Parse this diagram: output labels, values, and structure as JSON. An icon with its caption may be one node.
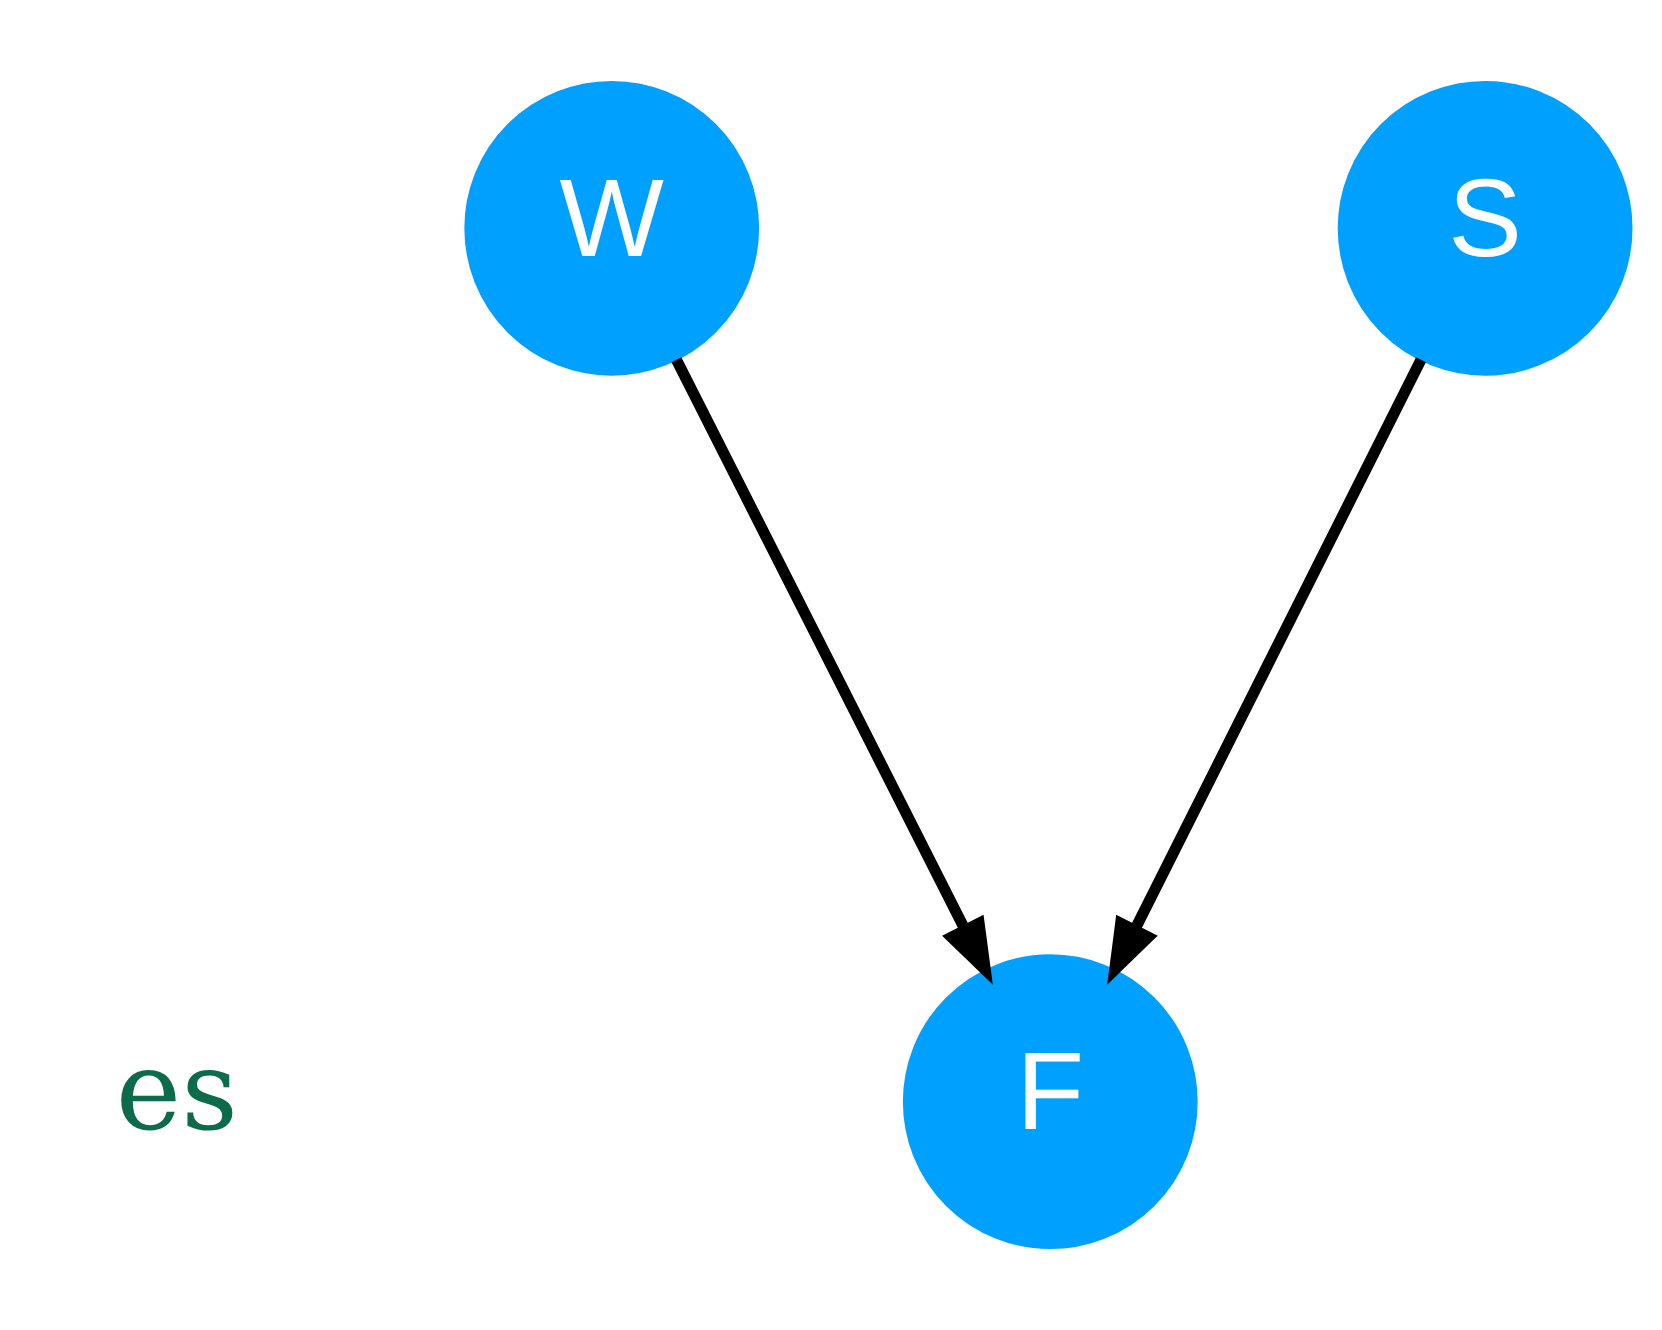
{
  "diagram": {
    "nodes": [
      {
        "text": [
          "W"
        ]
      },
      {
        "text": [
          "S"
        ]
      },
      {
        "text": [
          "F"
        ]
      }
    ],
    "edges": [
      {
        "from": 0,
        "to": 2,
        "arrow": "to"
      },
      {
        "from": 1,
        "to": 2,
        "arrow": "to"
      }
    ],
    "labels": [
      "es"
    ]
  }
}
